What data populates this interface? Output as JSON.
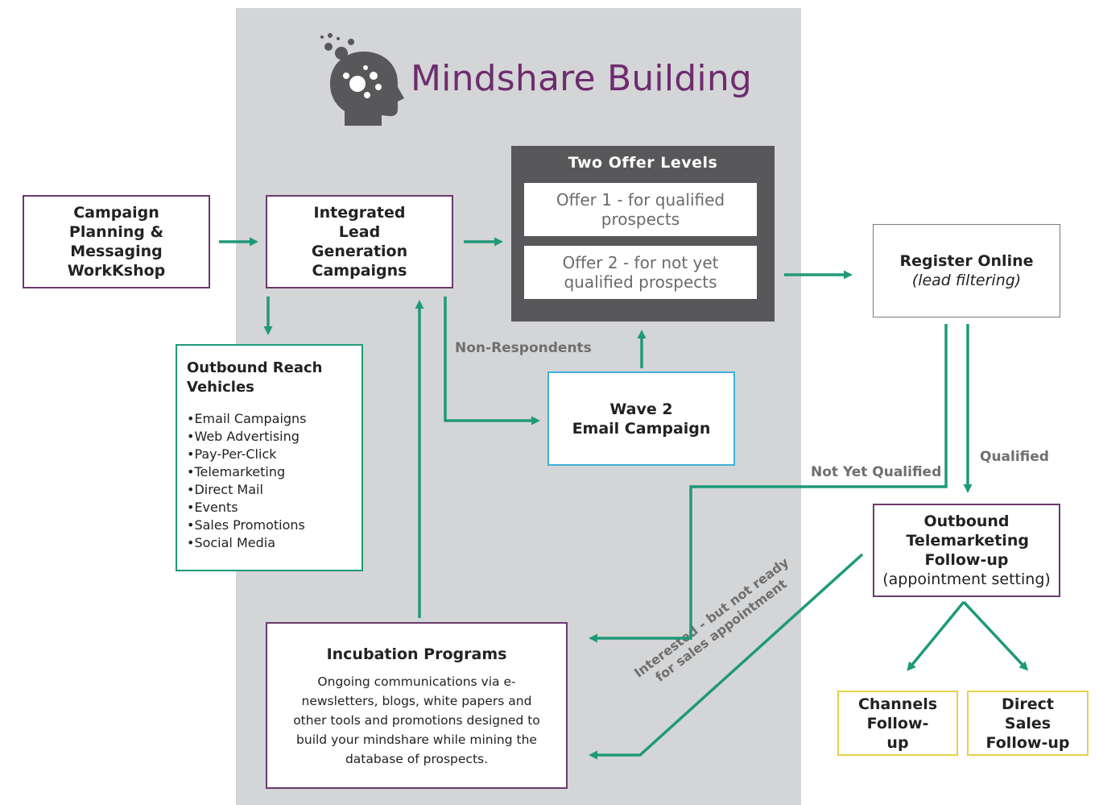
{
  "title": "Mindshare Building",
  "boxes": {
    "campaign_planning": "Campaign Planning & Messaging WorkKshop",
    "integrated_lead": "Integrated Lead Generation Campaigns",
    "two_offer_title": "Two Offer Levels",
    "offer1": "Offer 1 - for qualified prospects",
    "offer2": "Offer 2 - for not yet qualified prospects",
    "register_title": "Register Online",
    "register_sub": "(lead filtering)",
    "outbound_reach_title": "Outbound Reach Vehicles",
    "outbound_reach_items": [
      "Email Campaigns",
      "Web Advertising",
      "Pay-Per-Click",
      "Telemarketing",
      "Direct Mail",
      "Events",
      "Sales Promotions",
      "Social Media"
    ],
    "wave2_line1": "Wave 2",
    "wave2_line2": "Email Campaign",
    "telemarketing_title": "Outbound Telemarketing Follow-up",
    "telemarketing_sub": "(appointment setting)",
    "incubation_title": "Incubation Programs",
    "incubation_body": "Ongoing communications via e-newsletters, blogs, white papers and other tools and promotions designed to build your mindshare while mining the database of prospects.",
    "channels": "Channels Follow-up",
    "direct_sales": "Direct Sales Follow-up"
  },
  "labels": {
    "non_respondents": "Non-Respondents",
    "not_yet_qualified": "Not Yet Qualified",
    "qualified": "Qualified",
    "interested_line1": "Interested - but not ready",
    "interested_line2": "for sales appointment"
  },
  "colors": {
    "arrow": "#1e9a78",
    "panel": "#d4d5d7",
    "title": "#6e2c6e",
    "dark_box": "#58585a"
  }
}
